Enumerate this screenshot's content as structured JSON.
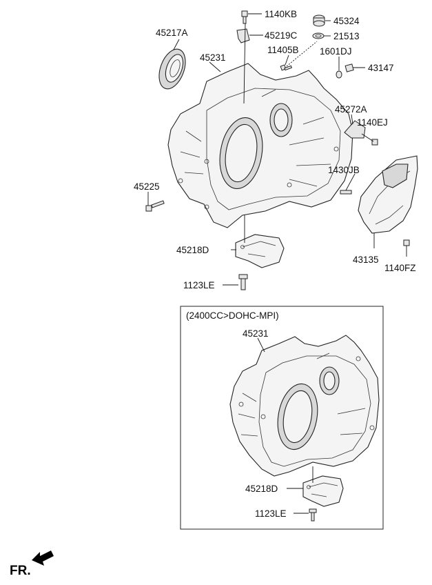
{
  "callouts": {
    "c1140KB": "1140KB",
    "c45324": "45324",
    "c45217A": "45217A",
    "c45219C": "45219C",
    "c21513": "21513",
    "c45231_top": "45231",
    "c11405B": "11405B",
    "c1601DJ": "1601DJ",
    "c43147": "43147",
    "c45272A": "45272A",
    "c1140EJ": "1140EJ",
    "c1430JB": "1430JB",
    "c45225": "45225",
    "c45218D_top": "45218D",
    "c43135": "43135",
    "c1140FZ": "1140FZ",
    "c1123LE_top": "1123LE"
  },
  "variant_box": {
    "title": "(2400CC>DOHC-MPI)",
    "c45231": "45231",
    "c45218D": "45218D",
    "c1123LE": "1123LE"
  },
  "direction": {
    "label": "FR."
  }
}
